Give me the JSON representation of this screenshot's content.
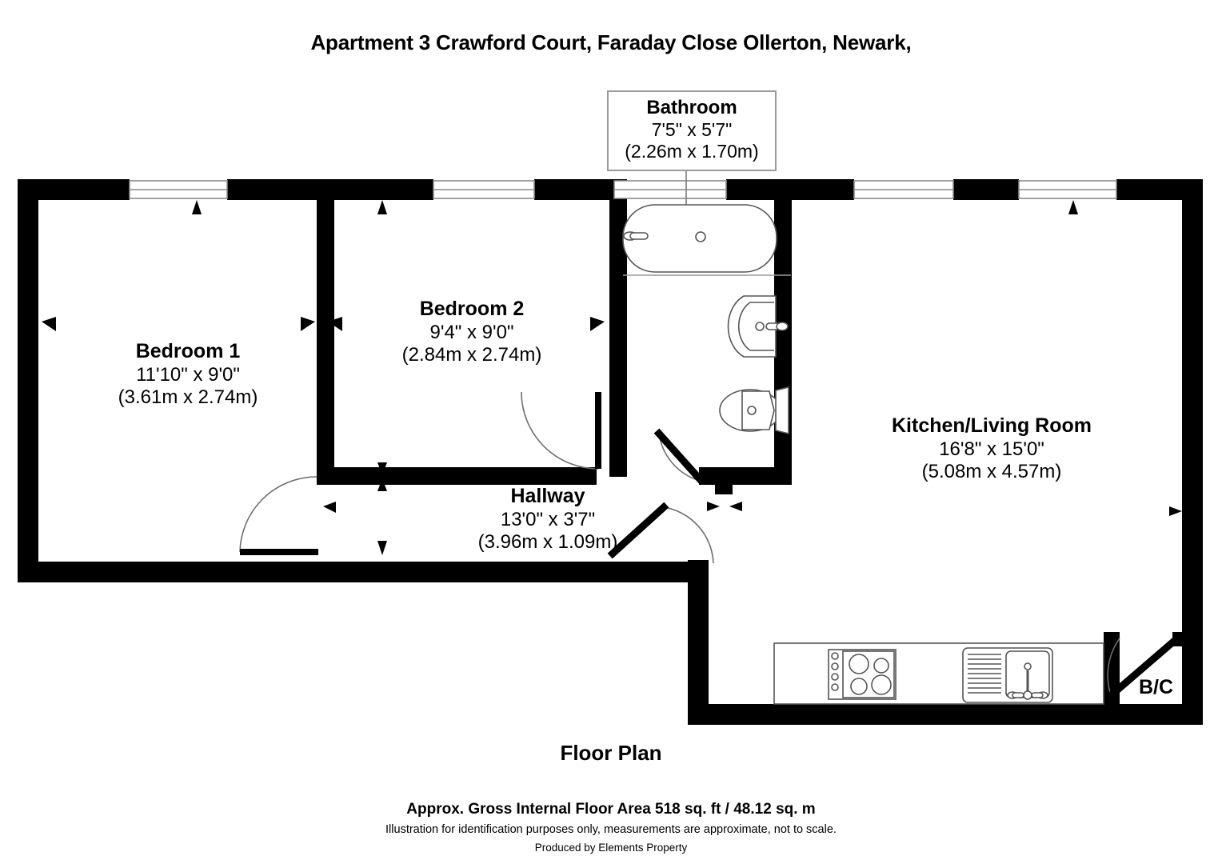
{
  "title": "Apartment 3 Crawford Court, Faraday Close Ollerton, Newark,",
  "footer": {
    "plan_title": "Floor Plan",
    "area": "Approx. Gross Internal Floor Area 518 sq. ft / 48.12 sq. m",
    "disclaimer": "Illustration for identification purposes only, measurements are approximate, not to scale.",
    "producer": "Produced by Elements Property"
  },
  "rooms": {
    "bedroom1": {
      "name": "Bedroom 1",
      "imperial": "11'10\" x 9'0\"",
      "metric": "(3.61m x 2.74m)"
    },
    "bedroom2": {
      "name": "Bedroom 2",
      "imperial": "9'4\" x 9'0\"",
      "metric": "(2.84m x 2.74m)"
    },
    "bathroom": {
      "name": "Bathroom",
      "imperial": "7'5\" x 5'7\"",
      "metric": "(2.26m x 1.70m)"
    },
    "hallway": {
      "name": "Hallway",
      "imperial": "13'0\" x 3'7\"",
      "metric": "(3.96m x 1.09m)"
    },
    "kitchen": {
      "name": "Kitchen/Living Room",
      "imperial": "16'8\" x 15'0\"",
      "metric": "(5.08m x 4.57m)"
    },
    "boiler_cupboard": {
      "name": "B/C"
    }
  },
  "fixtures": [
    {
      "name": "bathtub",
      "room": "bathroom"
    },
    {
      "name": "wash-basin",
      "room": "bathroom"
    },
    {
      "name": "toilet",
      "room": "bathroom"
    },
    {
      "name": "hob",
      "room": "kitchen"
    },
    {
      "name": "kitchen-sink",
      "room": "kitchen"
    },
    {
      "name": "kitchen-counter",
      "room": "kitchen"
    }
  ],
  "openings": {
    "windows": 5,
    "doors": 4
  },
  "colors": {
    "wall": "#000000",
    "background": "#ffffff",
    "fixture_stroke": "#4d4d4d",
    "label_border": "#9a9a9a"
  }
}
